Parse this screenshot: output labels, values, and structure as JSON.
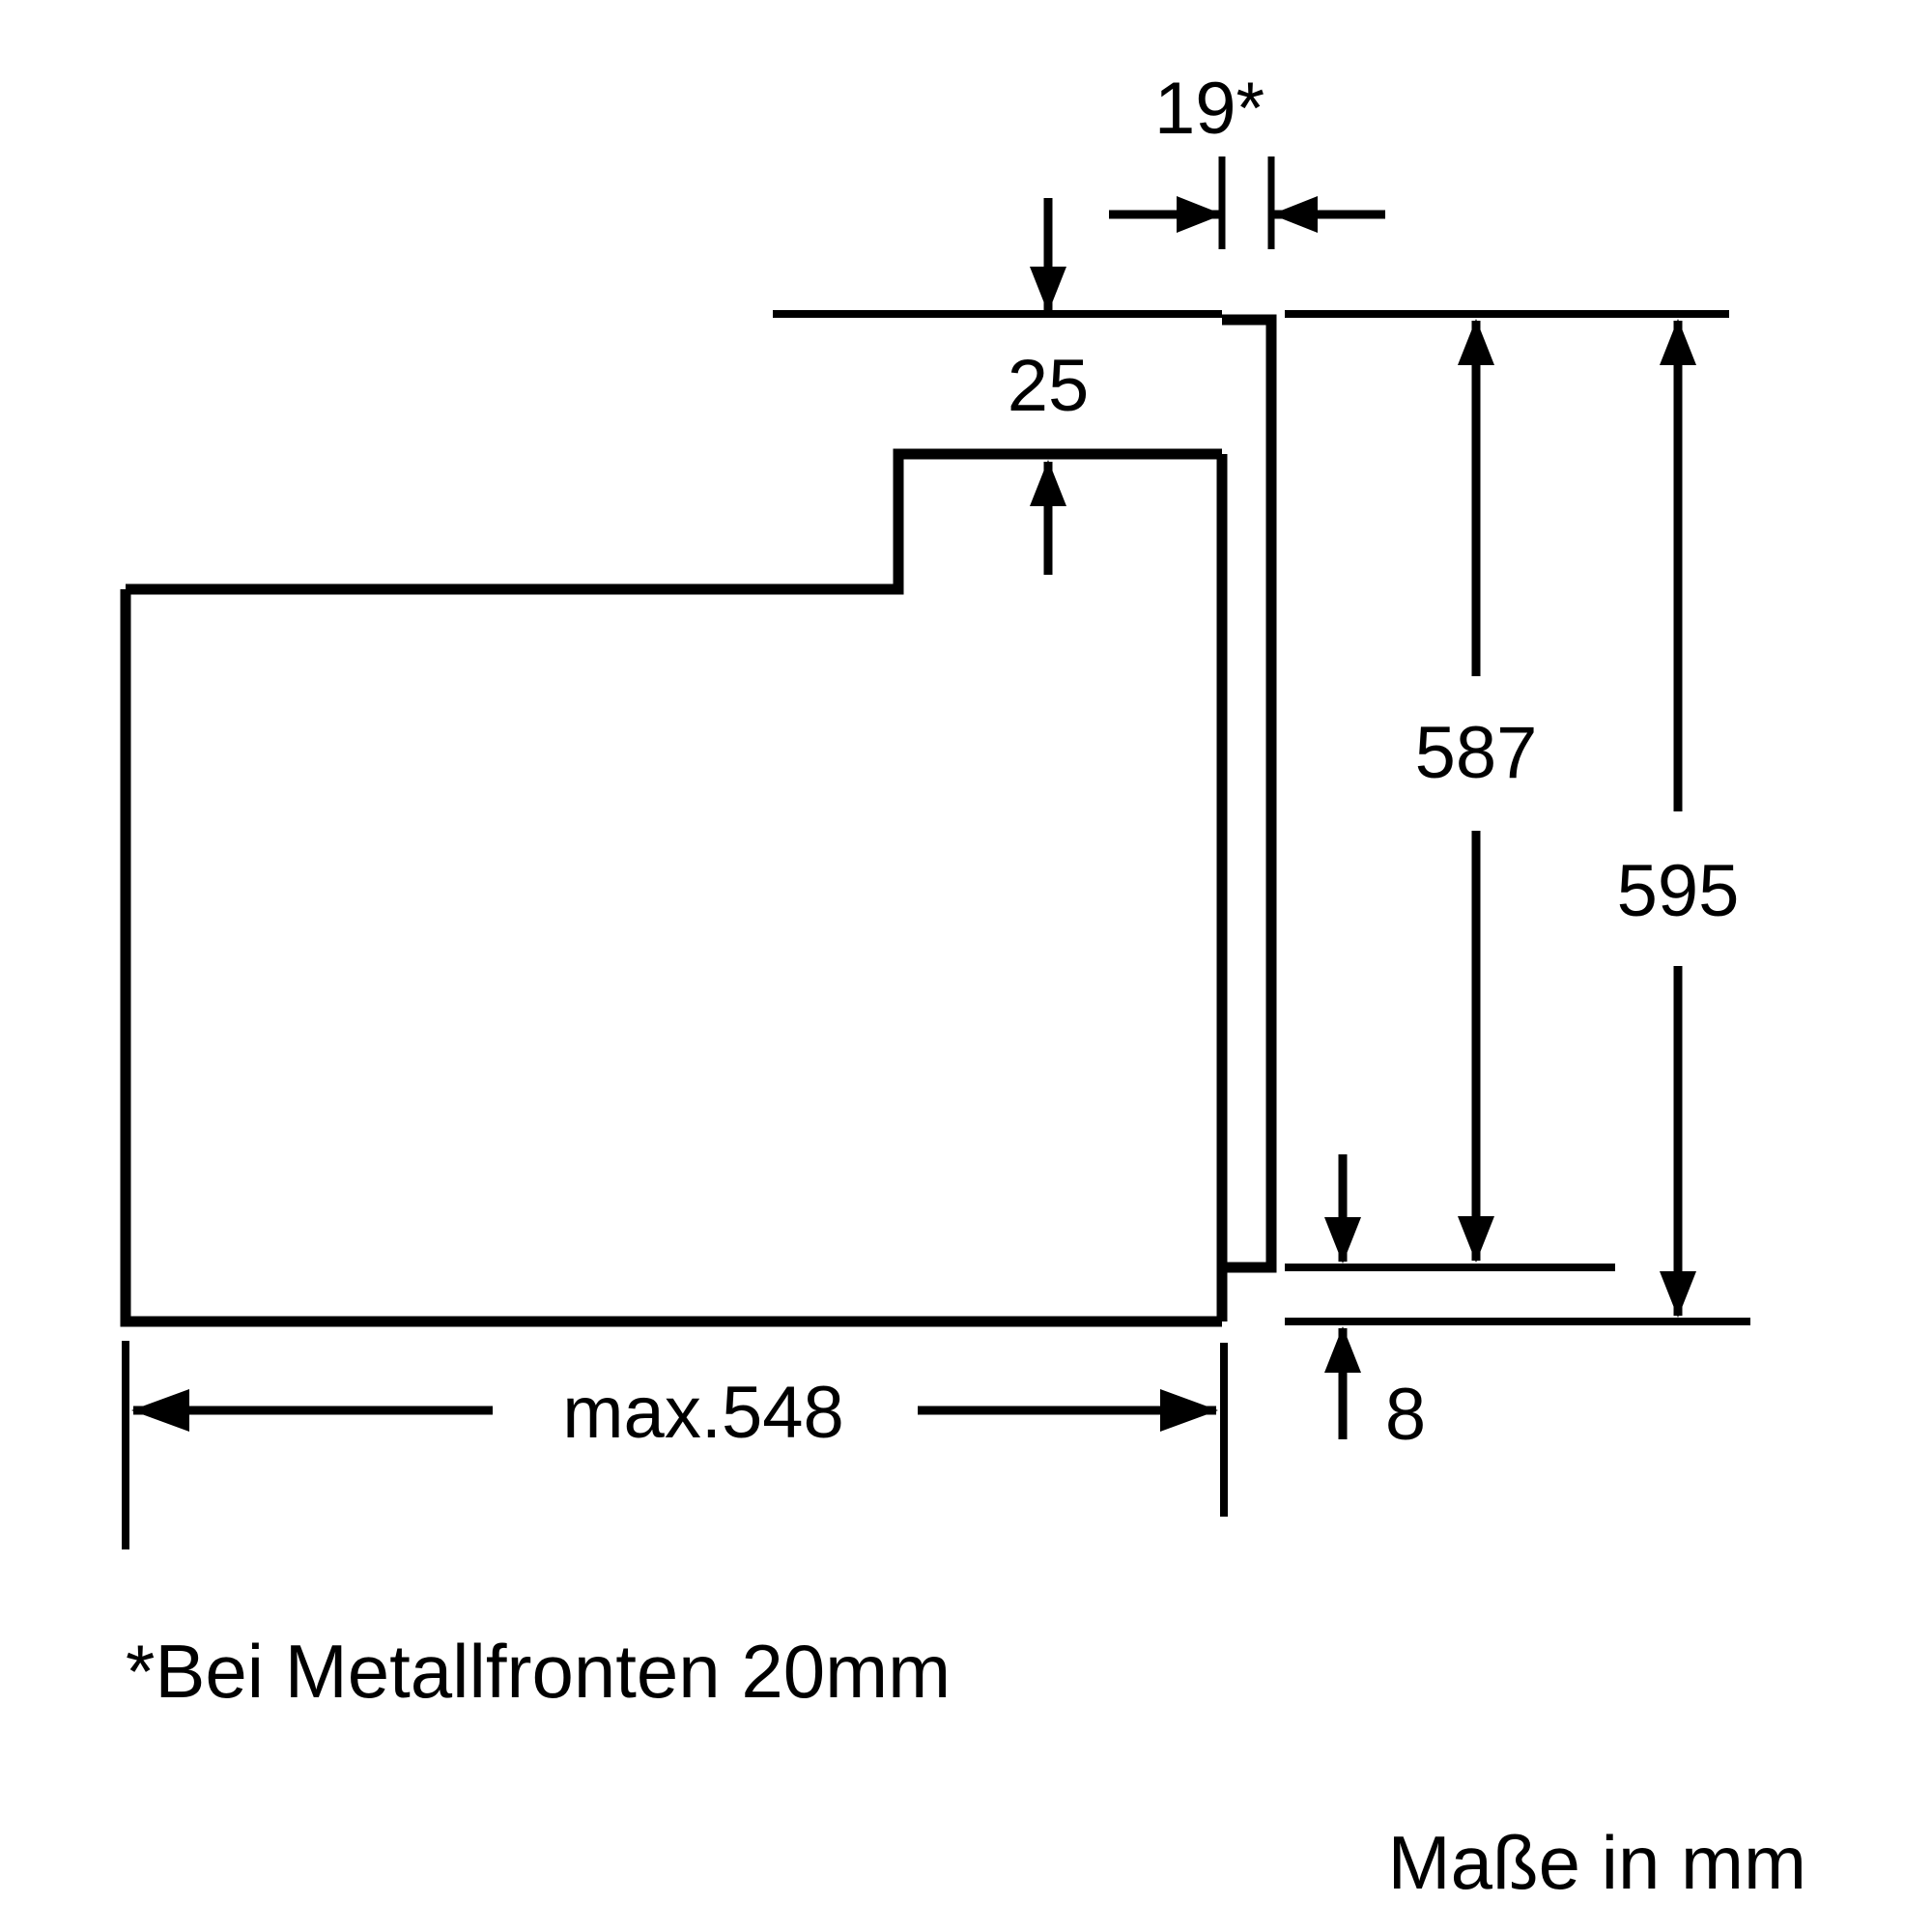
{
  "drawing": {
    "kind": "technical-dimension-drawing",
    "subject": "built-in oven side section with cabinet cut-out",
    "unit": "mm",
    "stroke_color": "#000000",
    "background_color": "#ffffff"
  },
  "dimensions": {
    "top_depth": "19*",
    "step_height": "25",
    "inner_height": "587",
    "outer_height": "595",
    "foot_height": "8",
    "max_depth": "max.548"
  },
  "notes": {
    "footnote": "*Bei Metallfronten 20mm",
    "unit_note": "Maße in mm"
  }
}
